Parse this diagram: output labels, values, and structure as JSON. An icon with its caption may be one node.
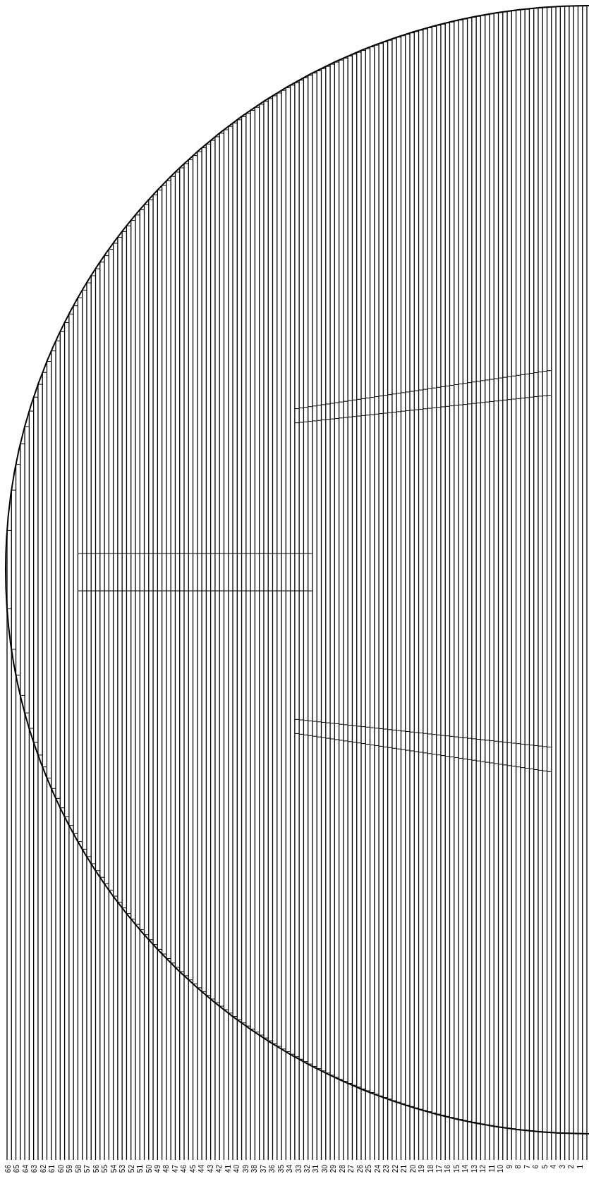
{
  "diagram": {
    "labels": [
      "66",
      "65",
      "64",
      "63",
      "62",
      "61",
      "60",
      "59",
      "58",
      "57",
      "56",
      "55",
      "54",
      "53",
      "52",
      "51",
      "50",
      "49",
      "48",
      "47",
      "46",
      "45",
      "44",
      "43",
      "42",
      "41",
      "40",
      "39",
      "38",
      "37",
      "36",
      "35",
      "34",
      "33",
      "32",
      "31",
      "30",
      "29",
      "28",
      "27",
      "26",
      "25",
      "24",
      "23",
      "22",
      "21",
      "20",
      "19",
      "18",
      "17",
      "16",
      "15",
      "14",
      "13",
      "12",
      "11",
      "10",
      "9",
      "8",
      "7",
      "6",
      "5",
      "4",
      "3",
      "2",
      "1"
    ]
  }
}
